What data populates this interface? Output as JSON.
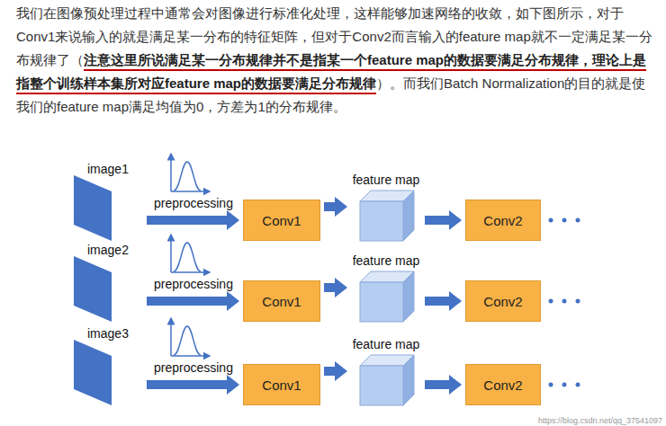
{
  "diagram": {
    "nodes": [
      {
        "text": [
          "image1"
        ]
      },
      {
        "text": [
          "Conv1"
        ]
      },
      {
        "text": [
          "feature map"
        ]
      },
      {
        "text": [
          "Conv2"
        ]
      },
      {
        "text": [
          "image2"
        ]
      },
      {
        "text": [
          "Conv1"
        ]
      },
      {
        "text": [
          "feature map"
        ]
      },
      {
        "text": [
          "Conv2"
        ]
      },
      {
        "text": [
          "image3"
        ]
      },
      {
        "text": [
          "Conv1"
        ]
      },
      {
        "text": [
          "feature map"
        ]
      },
      {
        "text": [
          "Conv2"
        ]
      }
    ],
    "edges": [
      {
        "from": 0,
        "to": 1,
        "label": "preprocessing",
        "arrow": "to"
      },
      {
        "from": 1,
        "to": 2,
        "arrow": "to"
      },
      {
        "from": 2,
        "to": 3,
        "arrow": "to"
      },
      {
        "from": 4,
        "to": 5,
        "label": "preprocessing",
        "arrow": "to"
      },
      {
        "from": 5,
        "to": 6,
        "arrow": "to"
      },
      {
        "from": 6,
        "to": 7,
        "arrow": "to"
      },
      {
        "from": 8,
        "to": 9,
        "label": "preprocessing",
        "arrow": "to"
      },
      {
        "from": 9,
        "to": 10,
        "arrow": "to"
      },
      {
        "from": 10,
        "to": 11,
        "arrow": "to"
      }
    ],
    "labels": [
      "我们在图像预处理过程中通常会对图像进行标准化处理，这样能够加速网络的收敛，如下图所示，对于Conv1来说输入的就是满足某一分布的特征矩阵，但对于Conv2而言输入的feature map就不一定满足某一分布规律了（",
      "注意这里所说满足某一分布规律并不是指某一个feature map的数据要满足分布规律，理论上是指整个训练样本集所对应feature map的数据要满足分布规律",
      "）。而我们Batch Normalization的目的就是使我们的feature map满足均值为0，方差为1的分布规律。",
      "https://blog.csdn.net/qq_37541097"
    ]
  }
}
